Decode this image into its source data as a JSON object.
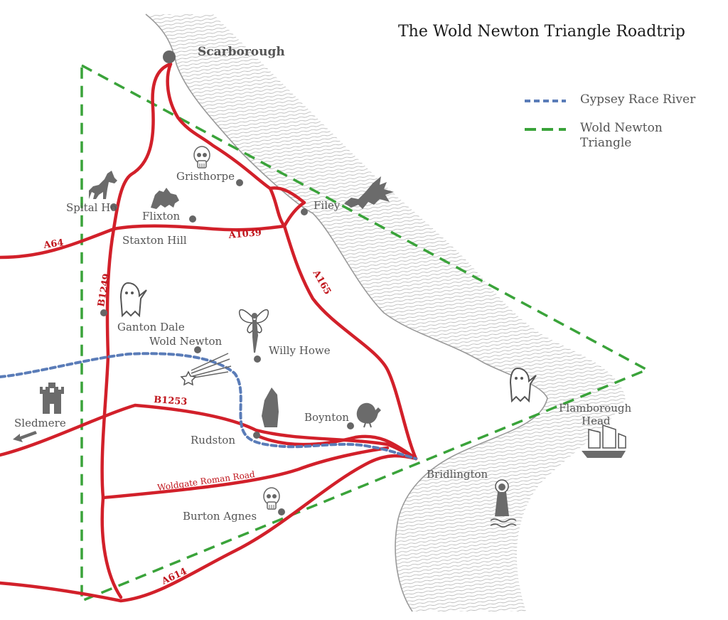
{
  "title": "The Wold Newton Triangle Roadtrip",
  "legend": {
    "river": {
      "label": "Gypsey Race River",
      "color": "#5a7cb8"
    },
    "triangle": {
      "label": "Wold Newton Triangle",
      "color": "#3aa33a"
    }
  },
  "colors": {
    "road": "#d2202a",
    "place_text": "#555555",
    "road_label": "#c0151c",
    "dot": "#666666",
    "icon": "#6b6b6b"
  },
  "places": {
    "scarborough": "Scarborough",
    "gristhorpe": "Gristhorpe",
    "spital_ho": "Spital Ho",
    "flixton": "Flixton",
    "filey": "Filey",
    "staxton_hill": "Staxton Hill",
    "ganton_dale": "Ganton Dale",
    "wold_newton": "Wold Newton",
    "willy_howe": "Willy Howe",
    "sledmere": "Sledmere",
    "boynton": "Boynton",
    "rudston": "Rudston",
    "flamborough_head_1": "Flamborough",
    "flamborough_head_2": "Head",
    "bridlington": "Bridlington",
    "burton_agnes": "Burton Agnes"
  },
  "roads": {
    "a64": "A64",
    "a1039": "A1039",
    "b1249": "B1249",
    "a165": "A165",
    "b1253": "B1253",
    "woldgate": "Woldgate Roman Road",
    "a614": "A614"
  },
  "icons": [
    "wolf-icon",
    "skull-icon",
    "beast-icon",
    "dragon-icon",
    "ghost-icon",
    "fairy-icon",
    "shooting-star-icon",
    "standing-stone-icon",
    "castle-icon",
    "turkey-icon",
    "ship-icon",
    "saint-icon",
    "arrow-icon"
  ]
}
